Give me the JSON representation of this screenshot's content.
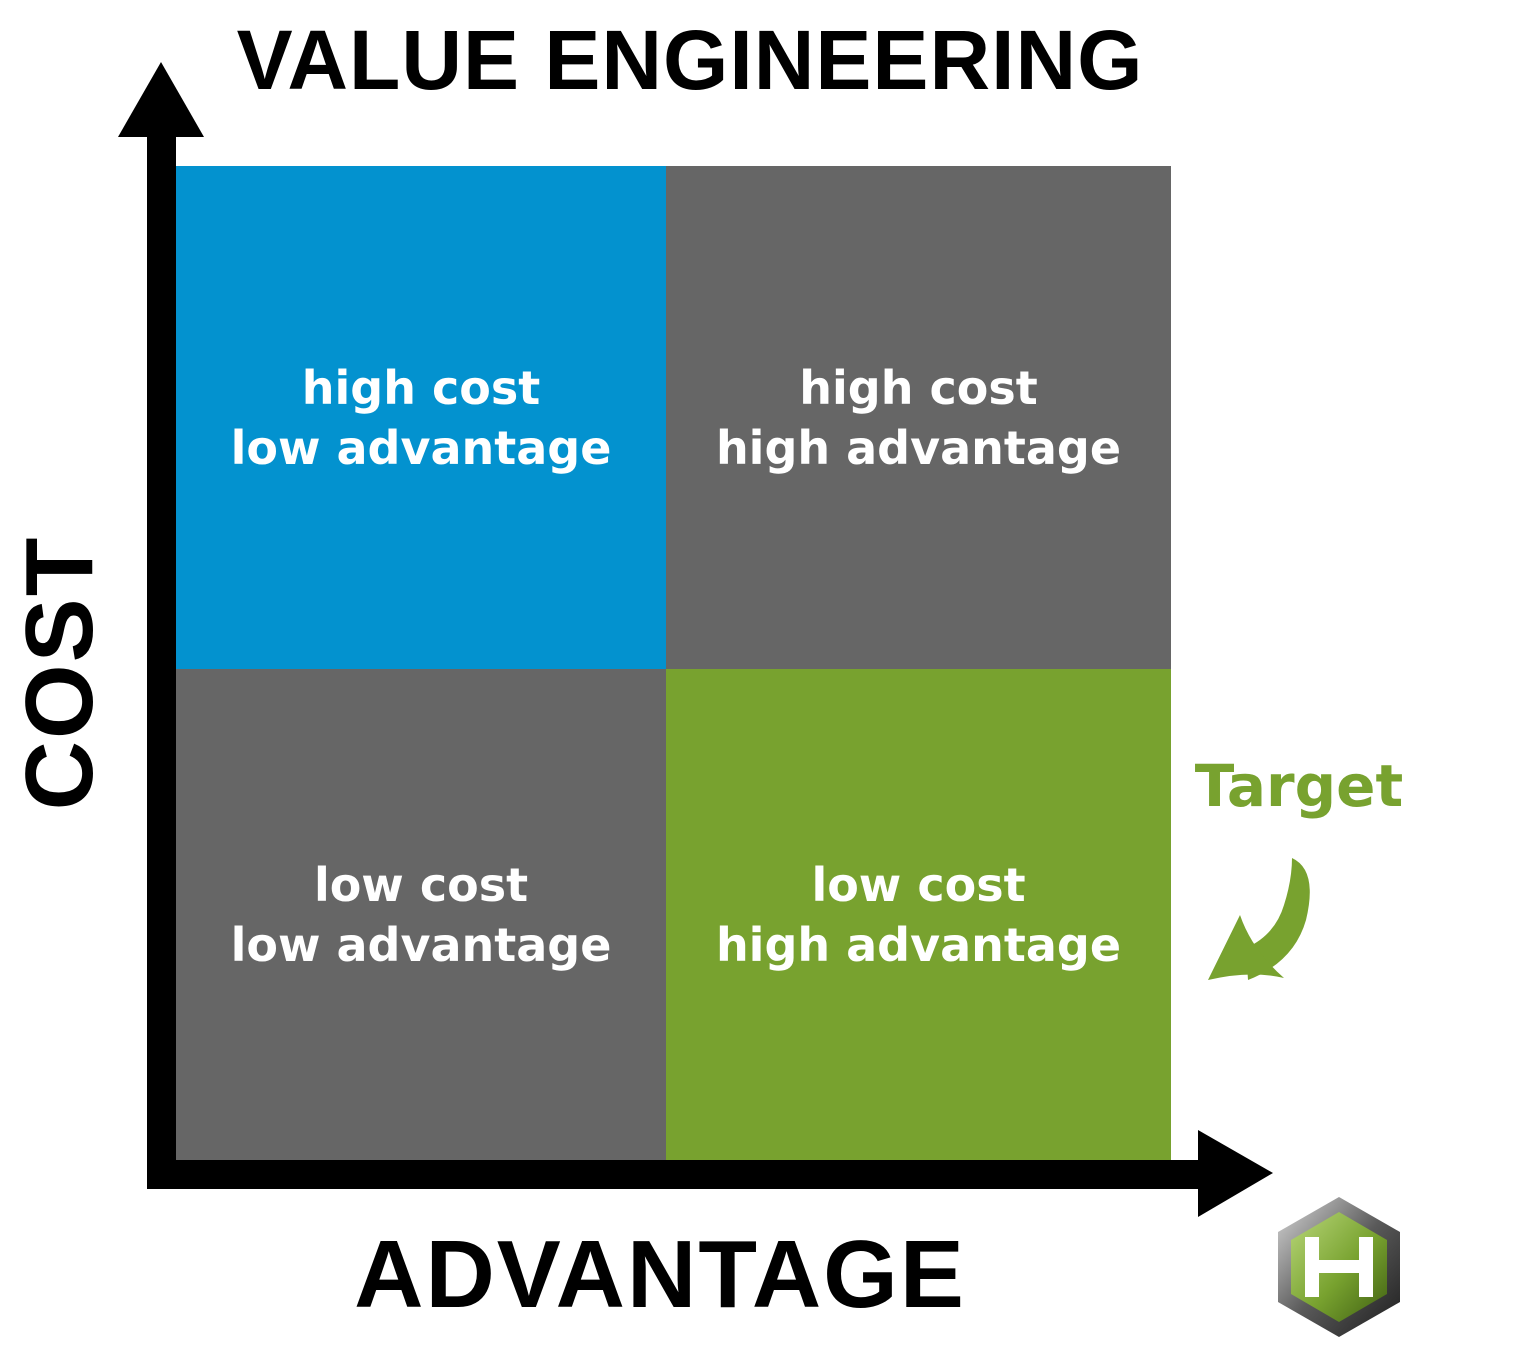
{
  "diagram": {
    "title": "VALUE ENGINEERING",
    "y_axis_label": "COST",
    "x_axis_label": "ADVANTAGE",
    "quadrants": [
      {
        "position": "top-left",
        "line1": "high cost",
        "line2": "low advantage",
        "color": "#0392cf"
      },
      {
        "position": "top-right",
        "line1": "high cost",
        "line2": "high advantage",
        "color": "#666666"
      },
      {
        "position": "bottom-left",
        "line1": "low cost",
        "line2": "low advantage",
        "color": "#666666"
      },
      {
        "position": "bottom-right",
        "line1": "low cost",
        "line2": "high advantage",
        "color": "#78a22f"
      }
    ],
    "target": {
      "label": "Target",
      "color": "#78a22f",
      "icon": "curved-arrow-icon"
    },
    "logo": {
      "icon": "hexagon-h-logo-icon"
    }
  }
}
